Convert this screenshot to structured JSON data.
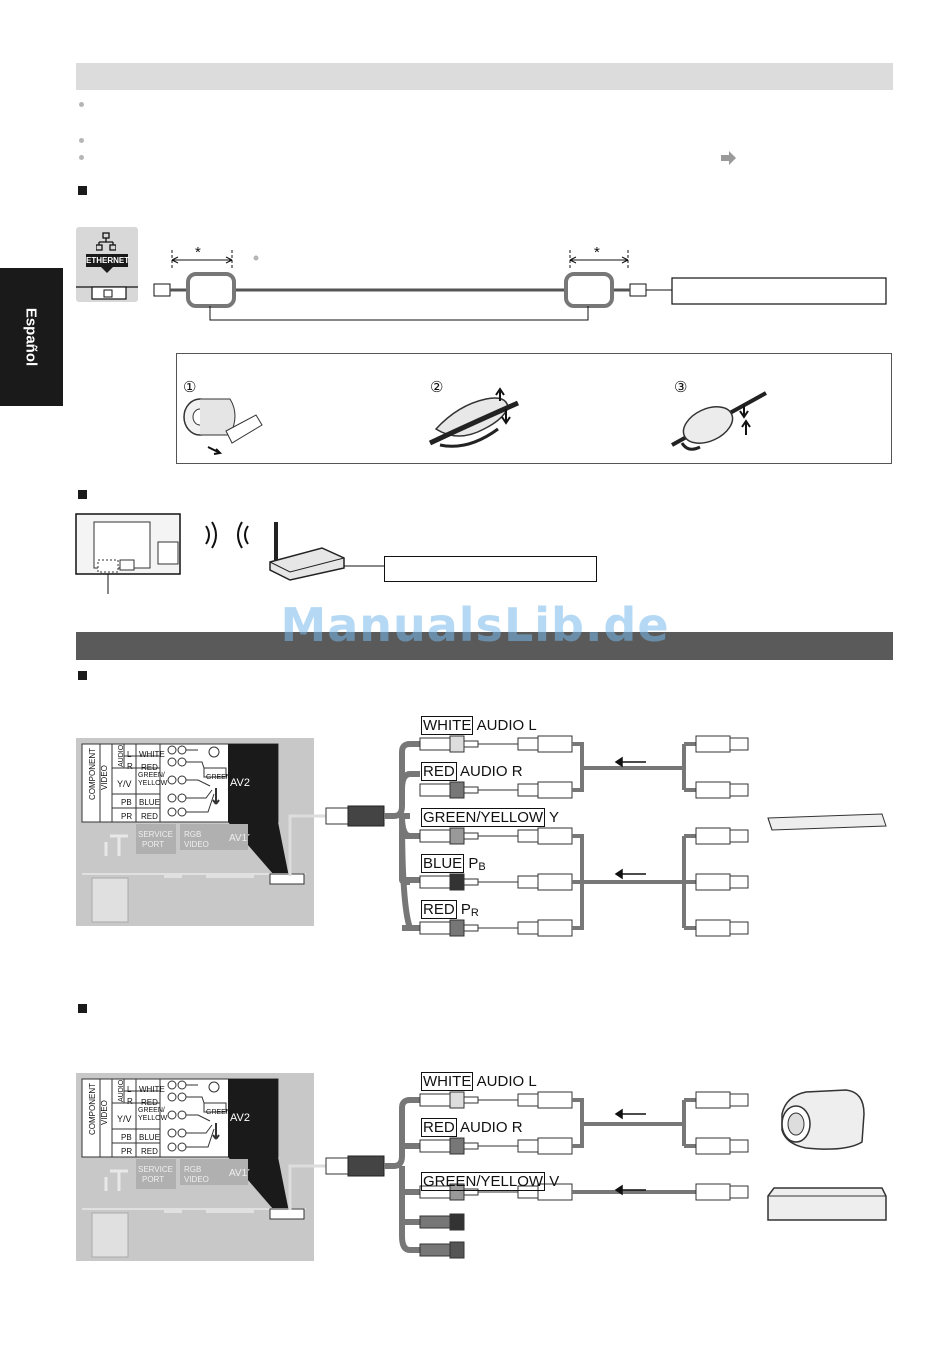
{
  "side_tab": {
    "label": "Español"
  },
  "ethernet": {
    "port_label": "ETHERNET",
    "length_marker": "*"
  },
  "core_steps": [
    "①",
    "②",
    "③"
  ],
  "av_labels": {
    "white_audio_l": {
      "box": "WHITE",
      "text": "AUDIO L"
    },
    "red_audio_r": {
      "box": "RED",
      "text": "AUDIO R"
    },
    "green_yellow_y": {
      "box": "GREEN/YELLOW",
      "text": "Y"
    },
    "blue_pb": {
      "box": "BLUE",
      "text": "P",
      "sub": "B"
    },
    "red_pr": {
      "box": "RED",
      "text": "P",
      "sub": "R"
    },
    "green_yellow_v": {
      "box": "GREEN/YELLOW",
      "text": "V"
    }
  },
  "tv_panel": {
    "component": "COMPONENT",
    "video": "VIDEO",
    "audio": "AUDIO",
    "l": "L",
    "r": "R",
    "yv": "Y/V",
    "pb": "PB",
    "pr": "PR",
    "white": "WHITE",
    "red": "RED",
    "green_yellow": "GREEN/ YELLOW",
    "blue": "BLUE",
    "green": "GREEN",
    "av2": "AV2",
    "av1": "AV1",
    "service": "SERVICE",
    "port": "PORT",
    "rgb": "RGB",
    "video_lbl": "VIDEO"
  },
  "watermark": "ManualsLib.de"
}
